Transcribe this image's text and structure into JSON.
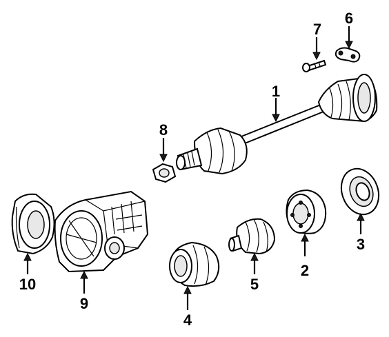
{
  "diagram": {
    "callouts": [
      {
        "id": "1",
        "label": "1"
      },
      {
        "id": "2",
        "label": "2"
      },
      {
        "id": "3",
        "label": "3"
      },
      {
        "id": "4",
        "label": "4"
      },
      {
        "id": "5",
        "label": "5"
      },
      {
        "id": "6",
        "label": "6"
      },
      {
        "id": "7",
        "label": "7"
      },
      {
        "id": "8",
        "label": "8"
      },
      {
        "id": "9",
        "label": "9"
      },
      {
        "id": "10",
        "label": "10"
      }
    ],
    "parts": [
      {
        "callout": "1",
        "icon": "axle-shaft-icon"
      },
      {
        "callout": "2",
        "icon": "flange-icon"
      },
      {
        "callout": "3",
        "icon": "seal-ring-icon"
      },
      {
        "callout": "4",
        "icon": "large-boot-icon"
      },
      {
        "callout": "5",
        "icon": "small-boot-icon"
      },
      {
        "callout": "6",
        "icon": "lock-plate-icon"
      },
      {
        "callout": "7",
        "icon": "bolt-icon"
      },
      {
        "callout": "8",
        "icon": "nut-icon"
      },
      {
        "callout": "9",
        "icon": "differential-housing-icon"
      },
      {
        "callout": "10",
        "icon": "cover-plate-icon"
      }
    ]
  }
}
